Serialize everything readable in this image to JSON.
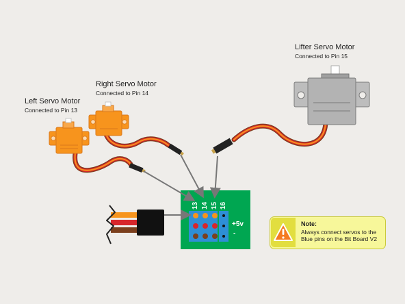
{
  "labels": {
    "left_servo": {
      "title": "Left Servo Motor",
      "subtitle": "Connected to Pin 13"
    },
    "right_servo": {
      "title": "Right Servo Motor",
      "subtitle": "Connected to Pin 14"
    },
    "lifter_servo": {
      "title": "Lifter Servo Motor",
      "subtitle": "Connected to Pin 15"
    }
  },
  "board": {
    "pins": [
      "13",
      "14",
      "15",
      "16"
    ],
    "plus_label": "+5v",
    "minus_label": "-"
  },
  "note": {
    "title": "Note:",
    "text": "Always connect servos to the Blue pins on the Bit Board V2"
  },
  "colors": {
    "background": "#efedea",
    "servo_orange": "#f7941d",
    "lifter_grey": "#b3b3b3",
    "board_green": "#00a651",
    "signal_pins_blue": "#2e8fd6",
    "wire_orange": "#f7941d",
    "wire_red": "#d7262b",
    "wire_brown": "#7b3f1d",
    "arrow_grey": "#777777",
    "note_yellow": "#f7f79a",
    "warning_orange": "#f47a20"
  },
  "icons": [
    "warning-icon"
  ]
}
